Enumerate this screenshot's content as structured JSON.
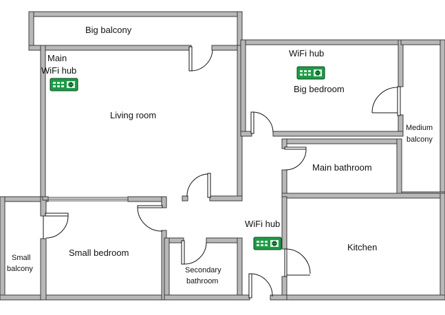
{
  "rooms": {
    "big_balcony": "Big balcony",
    "living_room": "Living room",
    "big_bedroom": "Big bedroom",
    "medium_balcony_line1": "Medium",
    "medium_balcony_line2": "balcony",
    "main_bathroom": "Main bathroom",
    "small_bedroom": "Small bedroom",
    "small_balcony_line1": "Small",
    "small_balcony_line2": "balcony",
    "secondary_bathroom_line1": "Secondary",
    "secondary_bathroom_line2": "bathroom",
    "kitchen": "Kitchen"
  },
  "hubs": {
    "main_line1": "Main",
    "main_line2": "WiFi hub",
    "bedroom": "WiFi hub",
    "hall": "WiFi hub"
  },
  "colors": {
    "wall": "#b8b8b8",
    "hub": "#1f9a47"
  },
  "icons": {
    "hub": "router-icon"
  }
}
